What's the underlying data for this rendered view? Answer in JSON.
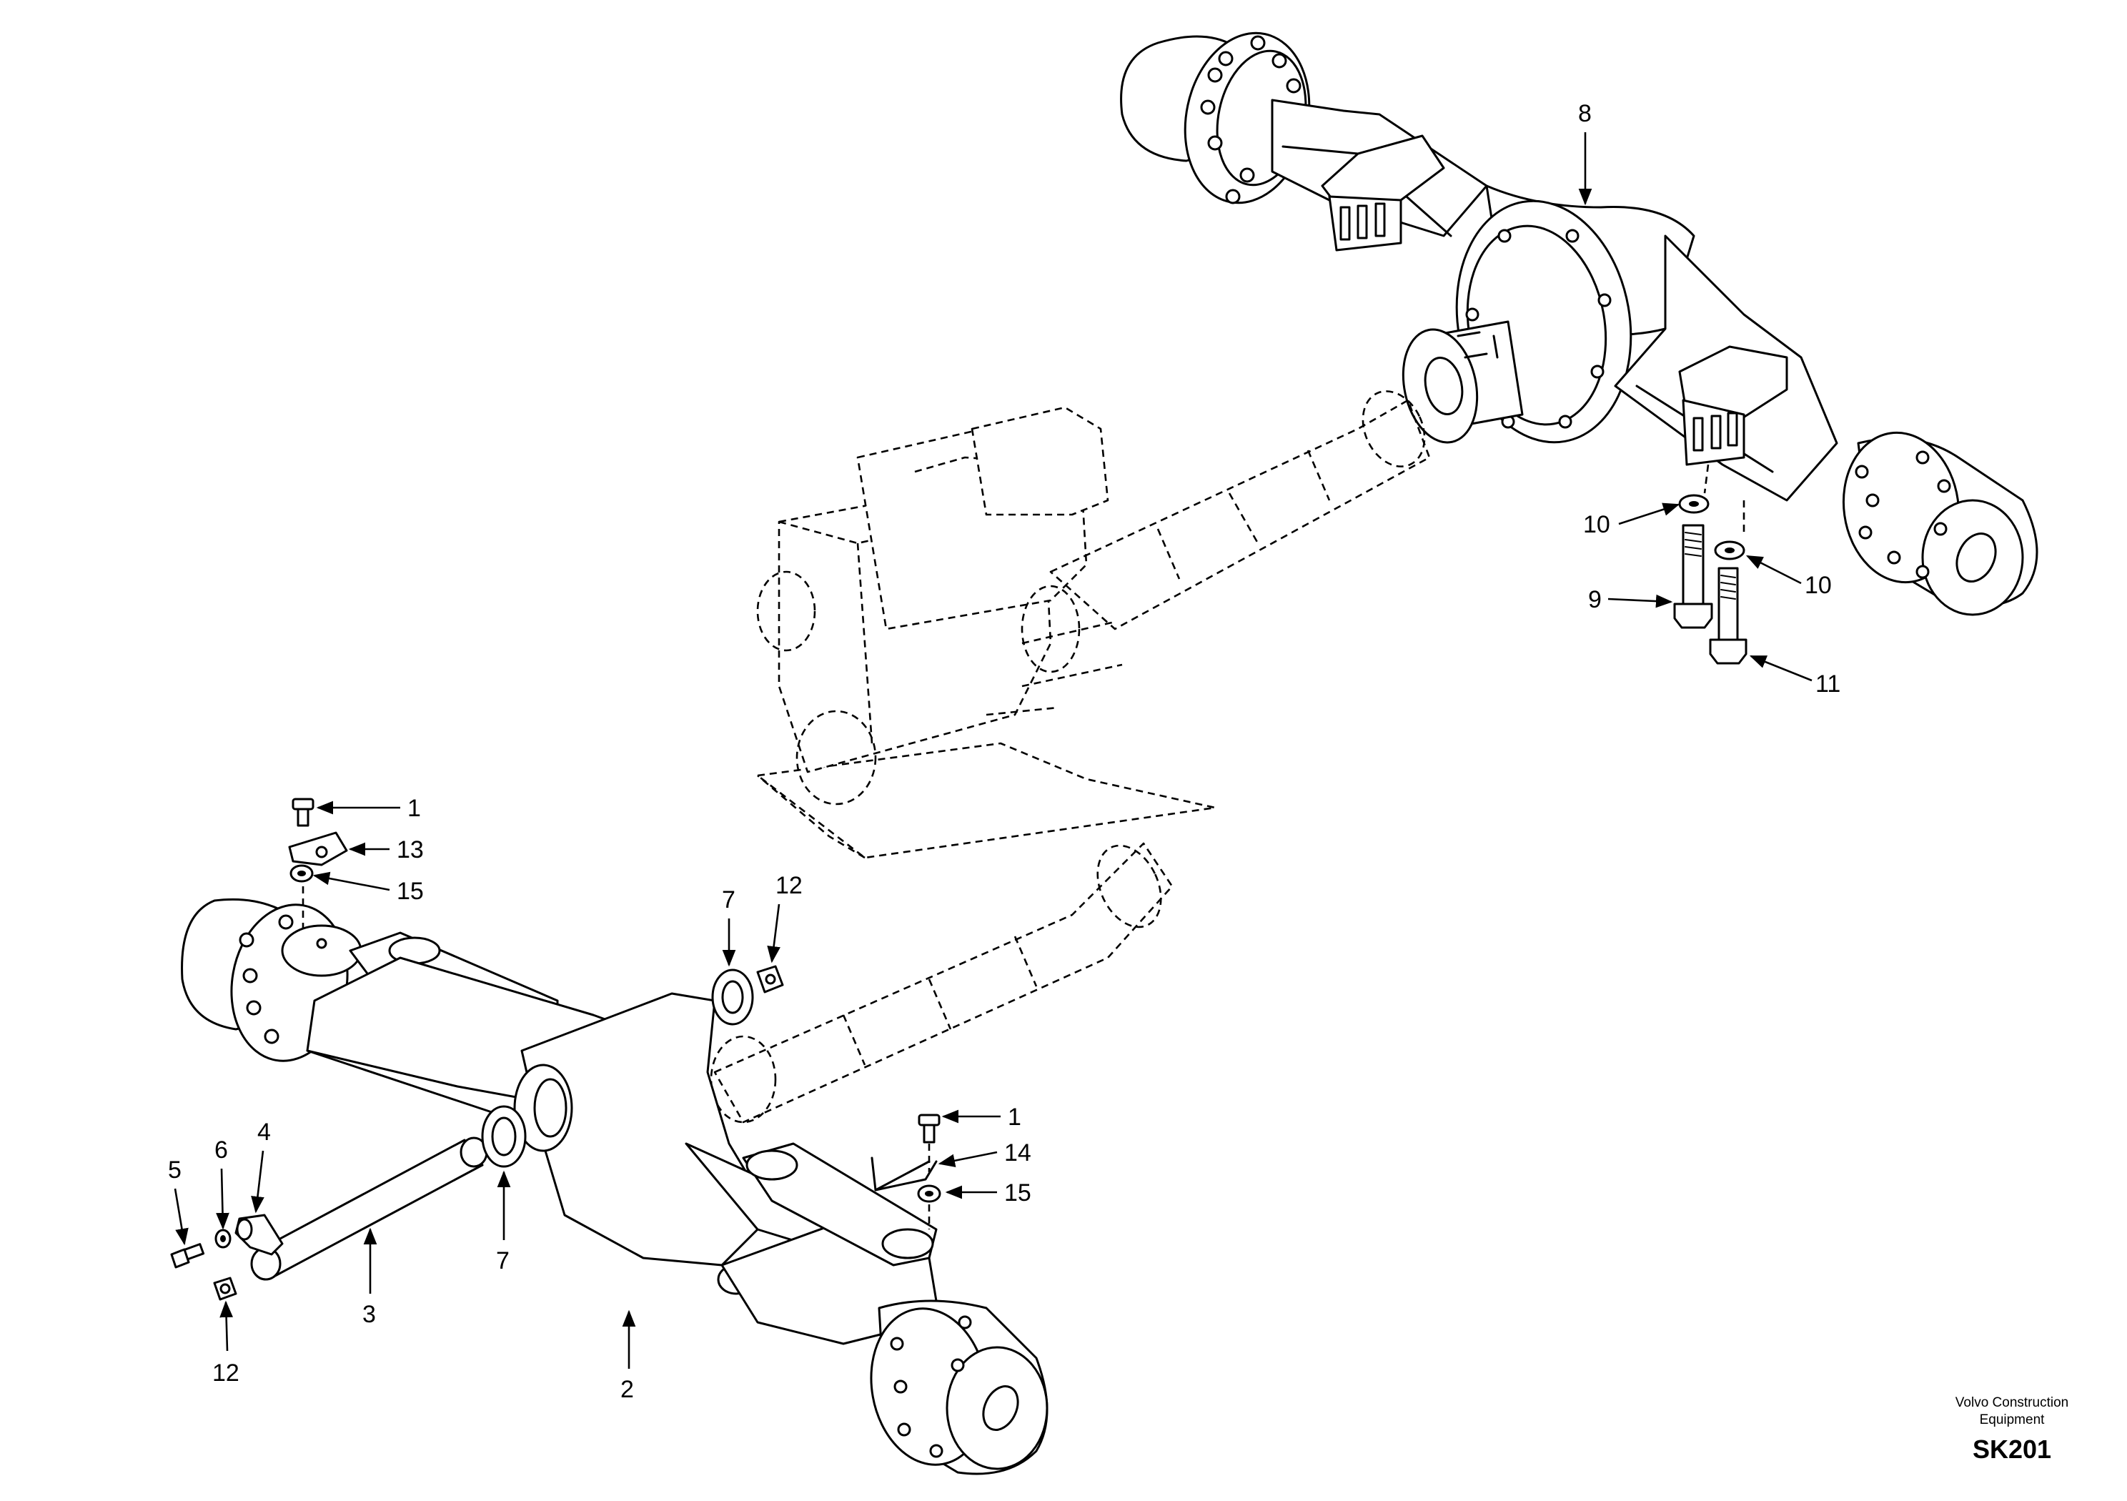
{
  "callouts": {
    "c1a": "1",
    "c13": "13",
    "c15a": "15",
    "c7a": "7",
    "c12a": "12",
    "c1b": "1",
    "c14": "14",
    "c15b": "15",
    "c4": "4",
    "c5": "5",
    "c6": "6",
    "c3": "3",
    "c7b": "7",
    "c12b": "12",
    "c2": "2",
    "c8": "8",
    "c10a": "10",
    "c9": "9",
    "c10b": "10",
    "c11": "11"
  },
  "footer": {
    "brand_line1": "Volvo Construction",
    "brand_line2": "Equipment",
    "code": "SK201"
  },
  "colors": {
    "ink": "#000000",
    "paper": "#ffffff"
  }
}
